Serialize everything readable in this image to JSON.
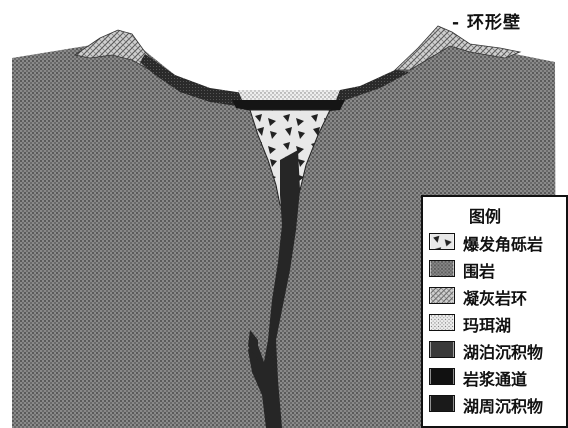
{
  "callout": {
    "label": "环形壁"
  },
  "legend": {
    "title": "图例",
    "items": [
      {
        "label": "爆发角砾岩",
        "pattern": "breccia"
      },
      {
        "label": "围岩",
        "pattern": "country-rock"
      },
      {
        "label": "凝灰岩环",
        "pattern": "tuff-ring"
      },
      {
        "label": "玛珥湖",
        "pattern": "maar-lake"
      },
      {
        "label": "湖泊沉积物",
        "pattern": "lake-sediment"
      },
      {
        "label": "岩浆通道",
        "pattern": "magma-conduit"
      },
      {
        "label": "湖周沉积物",
        "pattern": "peri-lake-sediment"
      }
    ]
  },
  "colors": {
    "country_rock": "#7a7a7a",
    "magma": "#2b2b2b",
    "sediment": "#1c1c1c",
    "tuff": "#b5b5b5",
    "water": "#e6e6e6"
  }
}
